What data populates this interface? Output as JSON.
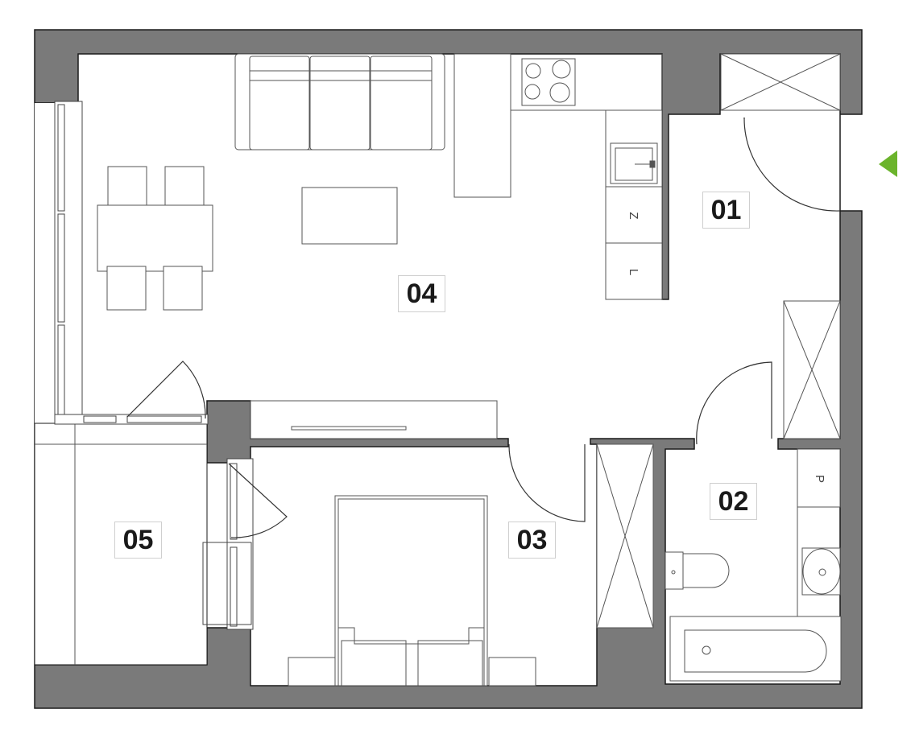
{
  "rooms": [
    {
      "id": "01",
      "label": "01"
    },
    {
      "id": "02",
      "label": "02"
    },
    {
      "id": "03",
      "label": "03"
    },
    {
      "id": "04",
      "label": "04"
    },
    {
      "id": "05",
      "label": "05"
    }
  ],
  "fixtures": {
    "cabinet_z": "Z",
    "cabinet_l": "L",
    "cabinet_p": "P"
  },
  "colors": {
    "wall": "#7a7a7a",
    "wall_outline": "#1a1a1a",
    "furniture_line": "#555555",
    "entrance_marker": "#6bb42c"
  },
  "icons": [
    "entrance-arrow-icon"
  ]
}
